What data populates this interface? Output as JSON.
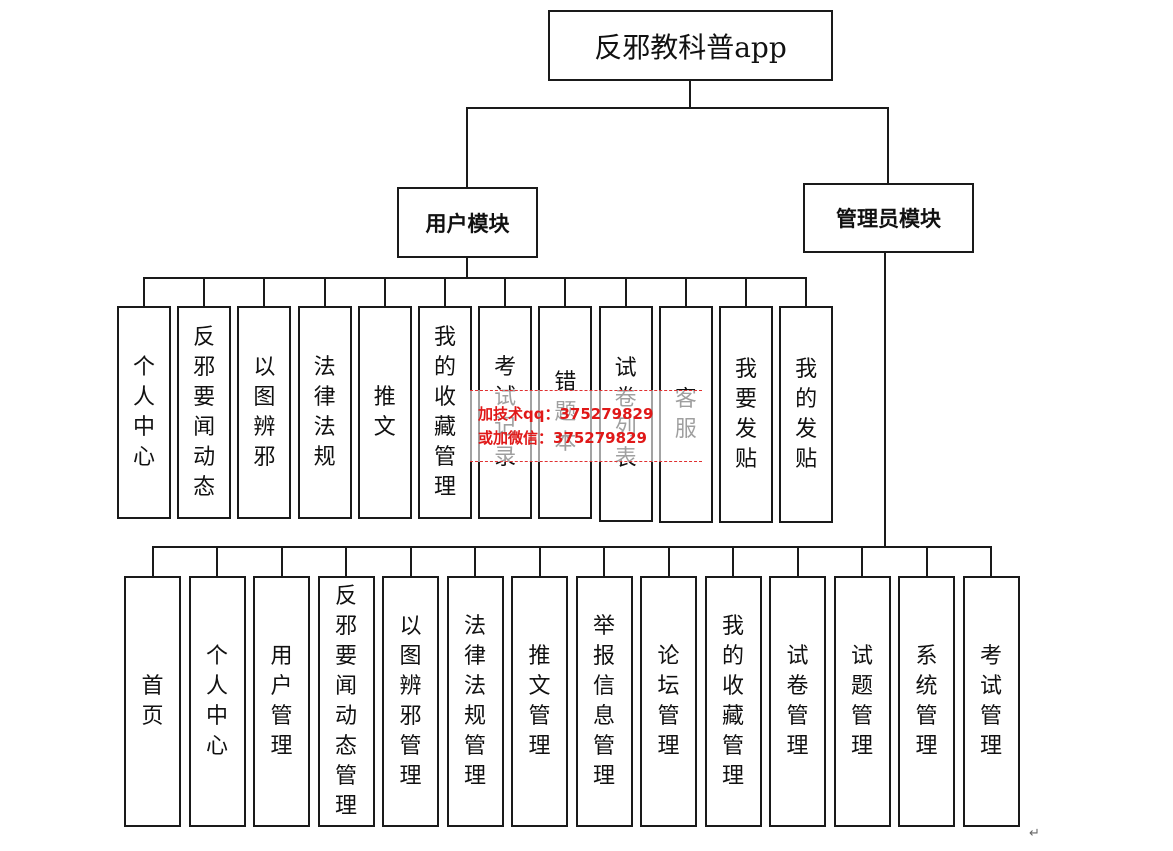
{
  "root": {
    "label": "反邪教科普app"
  },
  "user_module": {
    "label": "用户模块",
    "items": [
      "个人中心",
      "反邪要闻动态",
      "以图辨邪",
      "法律法规",
      "推文",
      "我的收藏管理",
      "考试记录",
      "错题本",
      "试卷列表",
      "客服",
      "我要发贴",
      "我的发贴"
    ]
  },
  "admin_module": {
    "label": "管理员模块",
    "items": [
      "首页",
      "个人中心",
      "用户管理",
      "反邪要闻动态管理",
      "以图辨邪管理",
      "法律法规管理",
      "推文管理",
      "举报信息管理",
      "论坛管理",
      "我的收藏管理",
      "试卷管理",
      "试题管理",
      "系统管理",
      "考试管理"
    ]
  },
  "watermark": {
    "line1": "加技术qq：375279829",
    "line2": "或加微信：375279829"
  },
  "paragraph_mark": "↵"
}
